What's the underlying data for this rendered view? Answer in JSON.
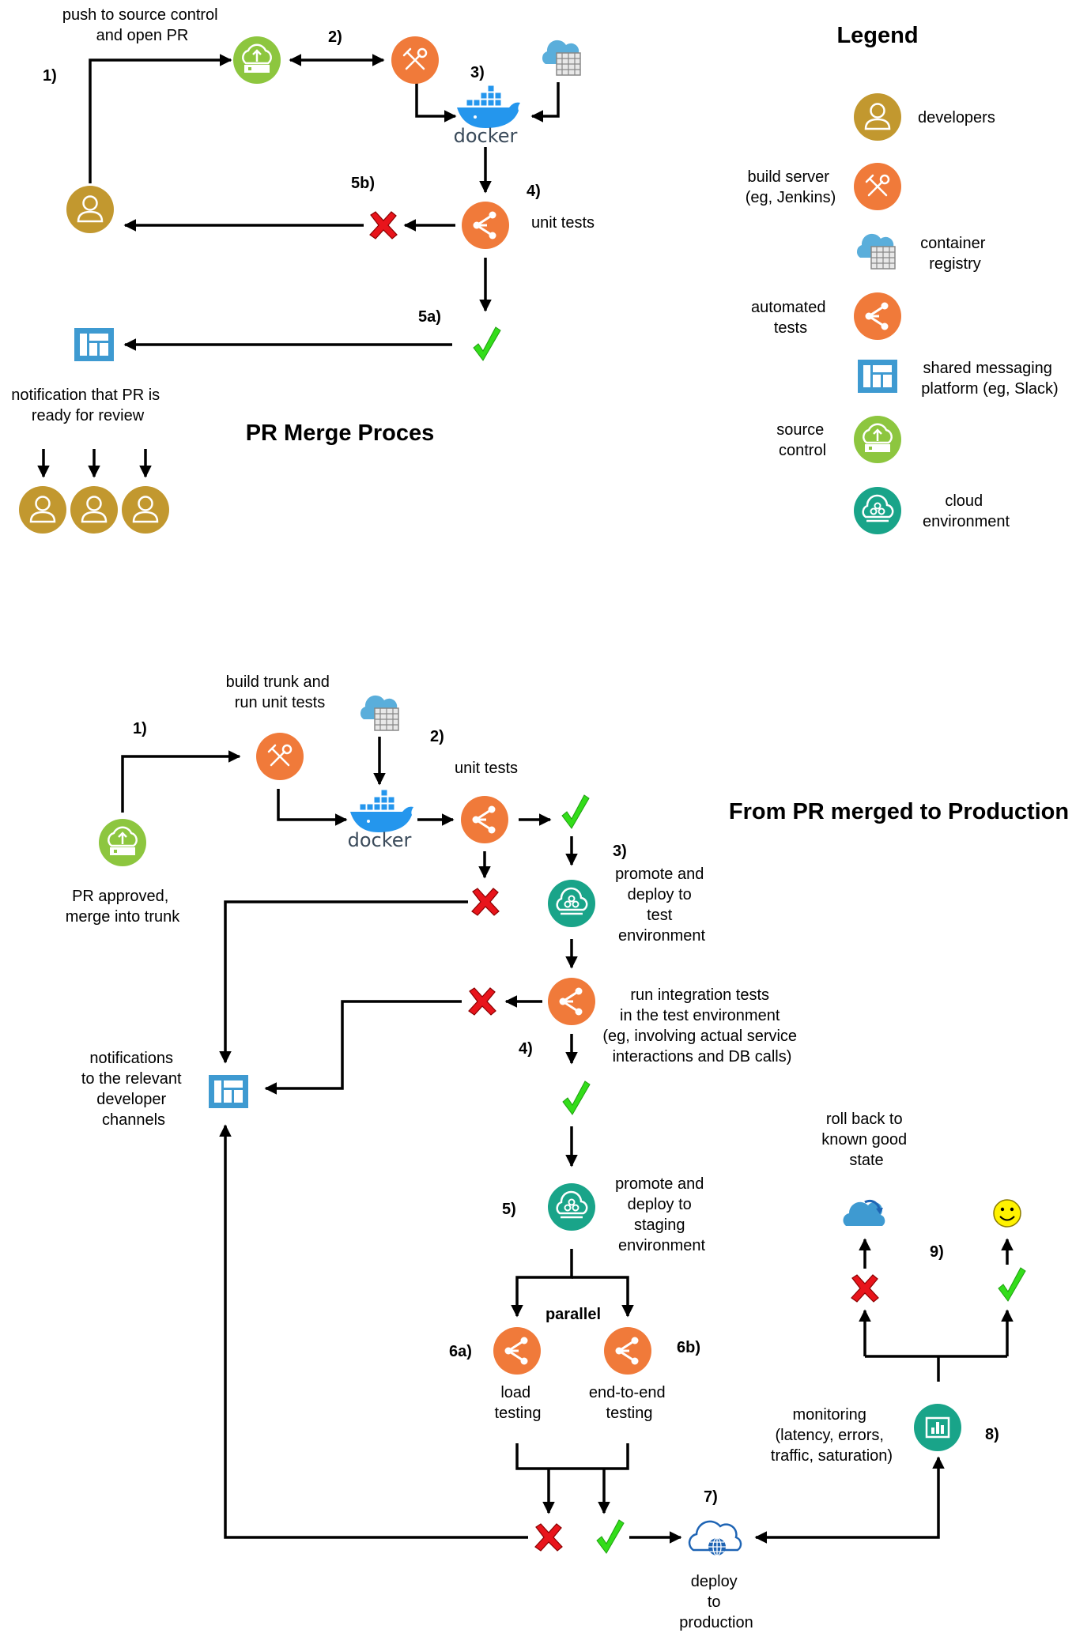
{
  "colors": {
    "developer": "#C2982F",
    "build_server": "#F07A3A",
    "tests": "#F07A3A",
    "source_control": "#8DC63F",
    "cloud_env": "#19A489",
    "messaging": "#3E9AD1",
    "fail": "#E8141B",
    "pass": "#33DD1A",
    "docker": "#2496ED",
    "production": "#1E64B4"
  },
  "top": {
    "title": "PR Merge Proces",
    "step1": "1)",
    "step1_label": [
      "push to source control",
      "and open PR"
    ],
    "step2": "2)",
    "step3": "3)",
    "step4": "4)",
    "step4_label": "unit tests",
    "step5a": "5a)",
    "step5b": "5b)",
    "notify_label": [
      "notification that PR is",
      "ready for review"
    ]
  },
  "legend": {
    "title": "Legend",
    "items": [
      {
        "icon": "developer-icon",
        "label": [
          "developers"
        ]
      },
      {
        "icon": "build-server-icon",
        "label": [
          "build server",
          "(eg, Jenkins)"
        ]
      },
      {
        "icon": "container-registry-icon",
        "label": [
          "container",
          "registry"
        ]
      },
      {
        "icon": "automated-tests-icon",
        "label": [
          "automated",
          "tests"
        ]
      },
      {
        "icon": "messaging-icon",
        "label": [
          "shared messaging",
          "platform (eg, Slack)"
        ]
      },
      {
        "icon": "source-control-icon",
        "label": [
          "source",
          "control"
        ]
      },
      {
        "icon": "cloud-environment-icon",
        "label": [
          "cloud",
          "environment"
        ]
      }
    ]
  },
  "bottom": {
    "title": "From PR merged to Production",
    "step1": "1)",
    "build_label": [
      "build trunk and",
      "run unit tests"
    ],
    "approved_label": [
      "PR approved,",
      "merge into trunk"
    ],
    "step2": "2)",
    "unit_tests_label": "unit tests",
    "step3": "3)",
    "promote_test_label": [
      "promote and",
      "deploy to",
      "test",
      "environment"
    ],
    "integration_label": [
      "run integration tests",
      "in the test environment",
      "(eg, involving actual service",
      "interactions and DB calls)"
    ],
    "step4": "4)",
    "notify_label": [
      "notifications",
      "to the relevant",
      "developer",
      "channels"
    ],
    "step5": "5)",
    "promote_staging_label": [
      "promote and",
      "deploy to",
      "staging",
      "environment"
    ],
    "parallel_label": "parallel",
    "step6a": "6a)",
    "step6b": "6b)",
    "load_label": [
      "load",
      "testing"
    ],
    "e2e_label": [
      "end-to-end",
      "testing"
    ],
    "step7": "7)",
    "deploy_label": [
      "deploy",
      "to",
      "production"
    ],
    "step8": "8)",
    "monitoring_label": [
      "monitoring",
      "(latency, errors,",
      "traffic, saturation)"
    ],
    "step9": "9)",
    "rollback_label": [
      "roll back to",
      "known good",
      "state"
    ],
    "docker_text": "docker"
  }
}
